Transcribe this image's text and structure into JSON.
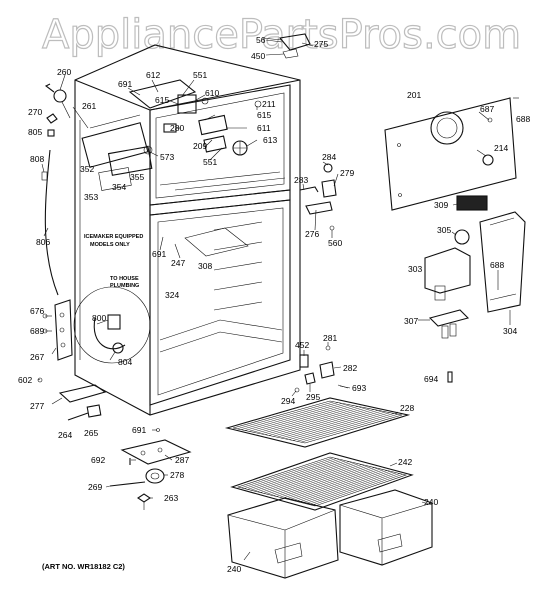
{
  "watermark": "AppliancePartsPros.com",
  "art_number": "(ART NO. WR18182 C2)",
  "notes": {
    "icemaker": [
      "ICEMAKER EQUIPPED",
      "MODELS ONLY"
    ],
    "plumbing": [
      "TO HOUSE",
      "PLUMBING"
    ]
  },
  "callouts": [
    {
      "id": "c56",
      "text": "56"
    },
    {
      "id": "c275",
      "text": "275"
    },
    {
      "id": "c450",
      "text": "450"
    },
    {
      "id": "c612",
      "text": "612"
    },
    {
      "id": "c551a",
      "text": "551"
    },
    {
      "id": "c691a",
      "text": "691"
    },
    {
      "id": "c615a",
      "text": "615"
    },
    {
      "id": "c610",
      "text": "610"
    },
    {
      "id": "c260",
      "text": "260"
    },
    {
      "id": "c261",
      "text": "261"
    },
    {
      "id": "c270",
      "text": "270"
    },
    {
      "id": "c805",
      "text": "805"
    },
    {
      "id": "c211",
      "text": "211"
    },
    {
      "id": "c615b",
      "text": "615"
    },
    {
      "id": "c280",
      "text": "280"
    },
    {
      "id": "c611",
      "text": "611"
    },
    {
      "id": "c209",
      "text": "209"
    },
    {
      "id": "c613",
      "text": "613"
    },
    {
      "id": "c573",
      "text": "573"
    },
    {
      "id": "c551b",
      "text": "551"
    },
    {
      "id": "c201",
      "text": "201"
    },
    {
      "id": "c687",
      "text": "687"
    },
    {
      "id": "c688a",
      "text": "688"
    },
    {
      "id": "c214",
      "text": "214"
    },
    {
      "id": "c808",
      "text": "808"
    },
    {
      "id": "c352",
      "text": "352"
    },
    {
      "id": "c355",
      "text": "355"
    },
    {
      "id": "c354",
      "text": "354"
    },
    {
      "id": "c353",
      "text": "353"
    },
    {
      "id": "c284",
      "text": "284"
    },
    {
      "id": "c279",
      "text": "279"
    },
    {
      "id": "c283",
      "text": "283"
    },
    {
      "id": "c309",
      "text": "309"
    },
    {
      "id": "c806",
      "text": "806"
    },
    {
      "id": "c276",
      "text": "276"
    },
    {
      "id": "c560",
      "text": "560"
    },
    {
      "id": "c691b",
      "text": "691"
    },
    {
      "id": "c247",
      "text": "247"
    },
    {
      "id": "c308",
      "text": "308"
    },
    {
      "id": "c305",
      "text": "305"
    },
    {
      "id": "c324",
      "text": "324"
    },
    {
      "id": "c303",
      "text": "303"
    },
    {
      "id": "c688b",
      "text": "688"
    },
    {
      "id": "c676",
      "text": "676"
    },
    {
      "id": "c689",
      "text": "689"
    },
    {
      "id": "c800",
      "text": "800"
    },
    {
      "id": "c307",
      "text": "307"
    },
    {
      "id": "c304",
      "text": "304"
    },
    {
      "id": "c281",
      "text": "281"
    },
    {
      "id": "c267",
      "text": "267"
    },
    {
      "id": "c804",
      "text": "804"
    },
    {
      "id": "c452",
      "text": "452"
    },
    {
      "id": "c282",
      "text": "282"
    },
    {
      "id": "c694",
      "text": "694"
    },
    {
      "id": "c602",
      "text": "602"
    },
    {
      "id": "c693",
      "text": "693"
    },
    {
      "id": "c295",
      "text": "295"
    },
    {
      "id": "c294",
      "text": "294"
    },
    {
      "id": "c277",
      "text": "277"
    },
    {
      "id": "c228",
      "text": "228"
    },
    {
      "id": "c264",
      "text": "264"
    },
    {
      "id": "c265",
      "text": "265"
    },
    {
      "id": "c691c",
      "text": "691"
    },
    {
      "id": "c692",
      "text": "692"
    },
    {
      "id": "c287",
      "text": "287"
    },
    {
      "id": "c242",
      "text": "242"
    },
    {
      "id": "c278",
      "text": "278"
    },
    {
      "id": "c269",
      "text": "269"
    },
    {
      "id": "c263",
      "text": "263"
    },
    {
      "id": "c240a",
      "text": "240"
    },
    {
      "id": "c240b",
      "text": "240"
    }
  ]
}
